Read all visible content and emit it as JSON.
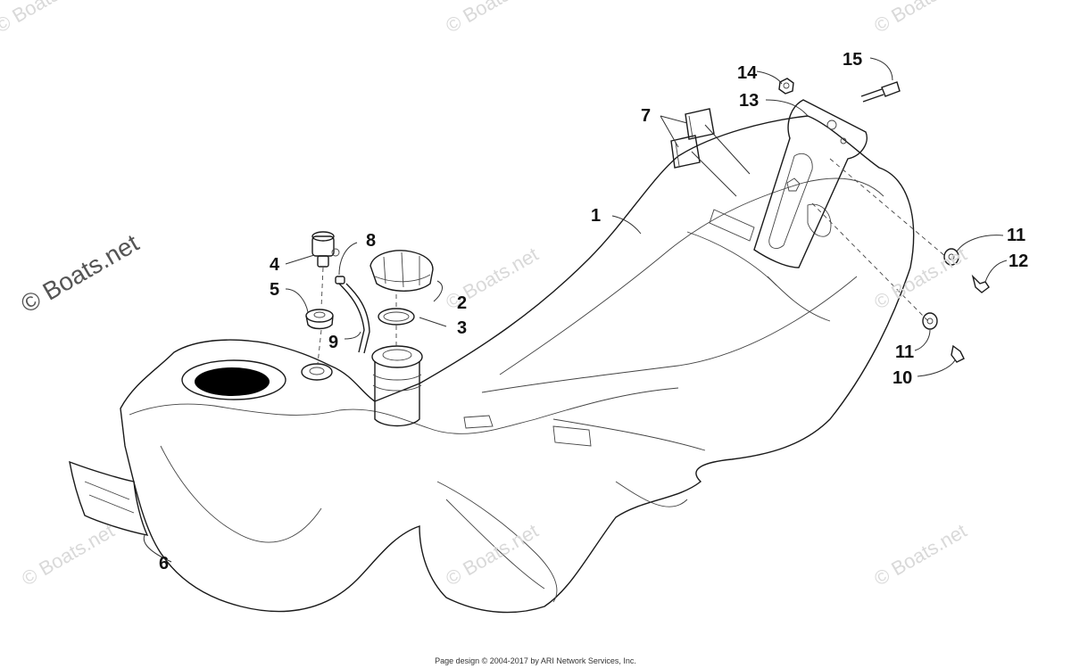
{
  "watermark": "© Boats.net",
  "footer_text": "Page design © 2004-2017 by ARI Network Services, Inc.",
  "callouts": {
    "c1": "1",
    "c2": "2",
    "c3": "3",
    "c4": "4",
    "c5": "5",
    "c6": "6",
    "c7": "7",
    "c8": "8",
    "c9": "9",
    "c10": "10",
    "c11a": "11",
    "c11b": "11",
    "c12": "12",
    "c13": "13",
    "c14": "14",
    "c15": "15"
  },
  "colors": {
    "line": "#1a1a1a",
    "watermark": "#d9d9d9",
    "background": "#ffffff"
  }
}
